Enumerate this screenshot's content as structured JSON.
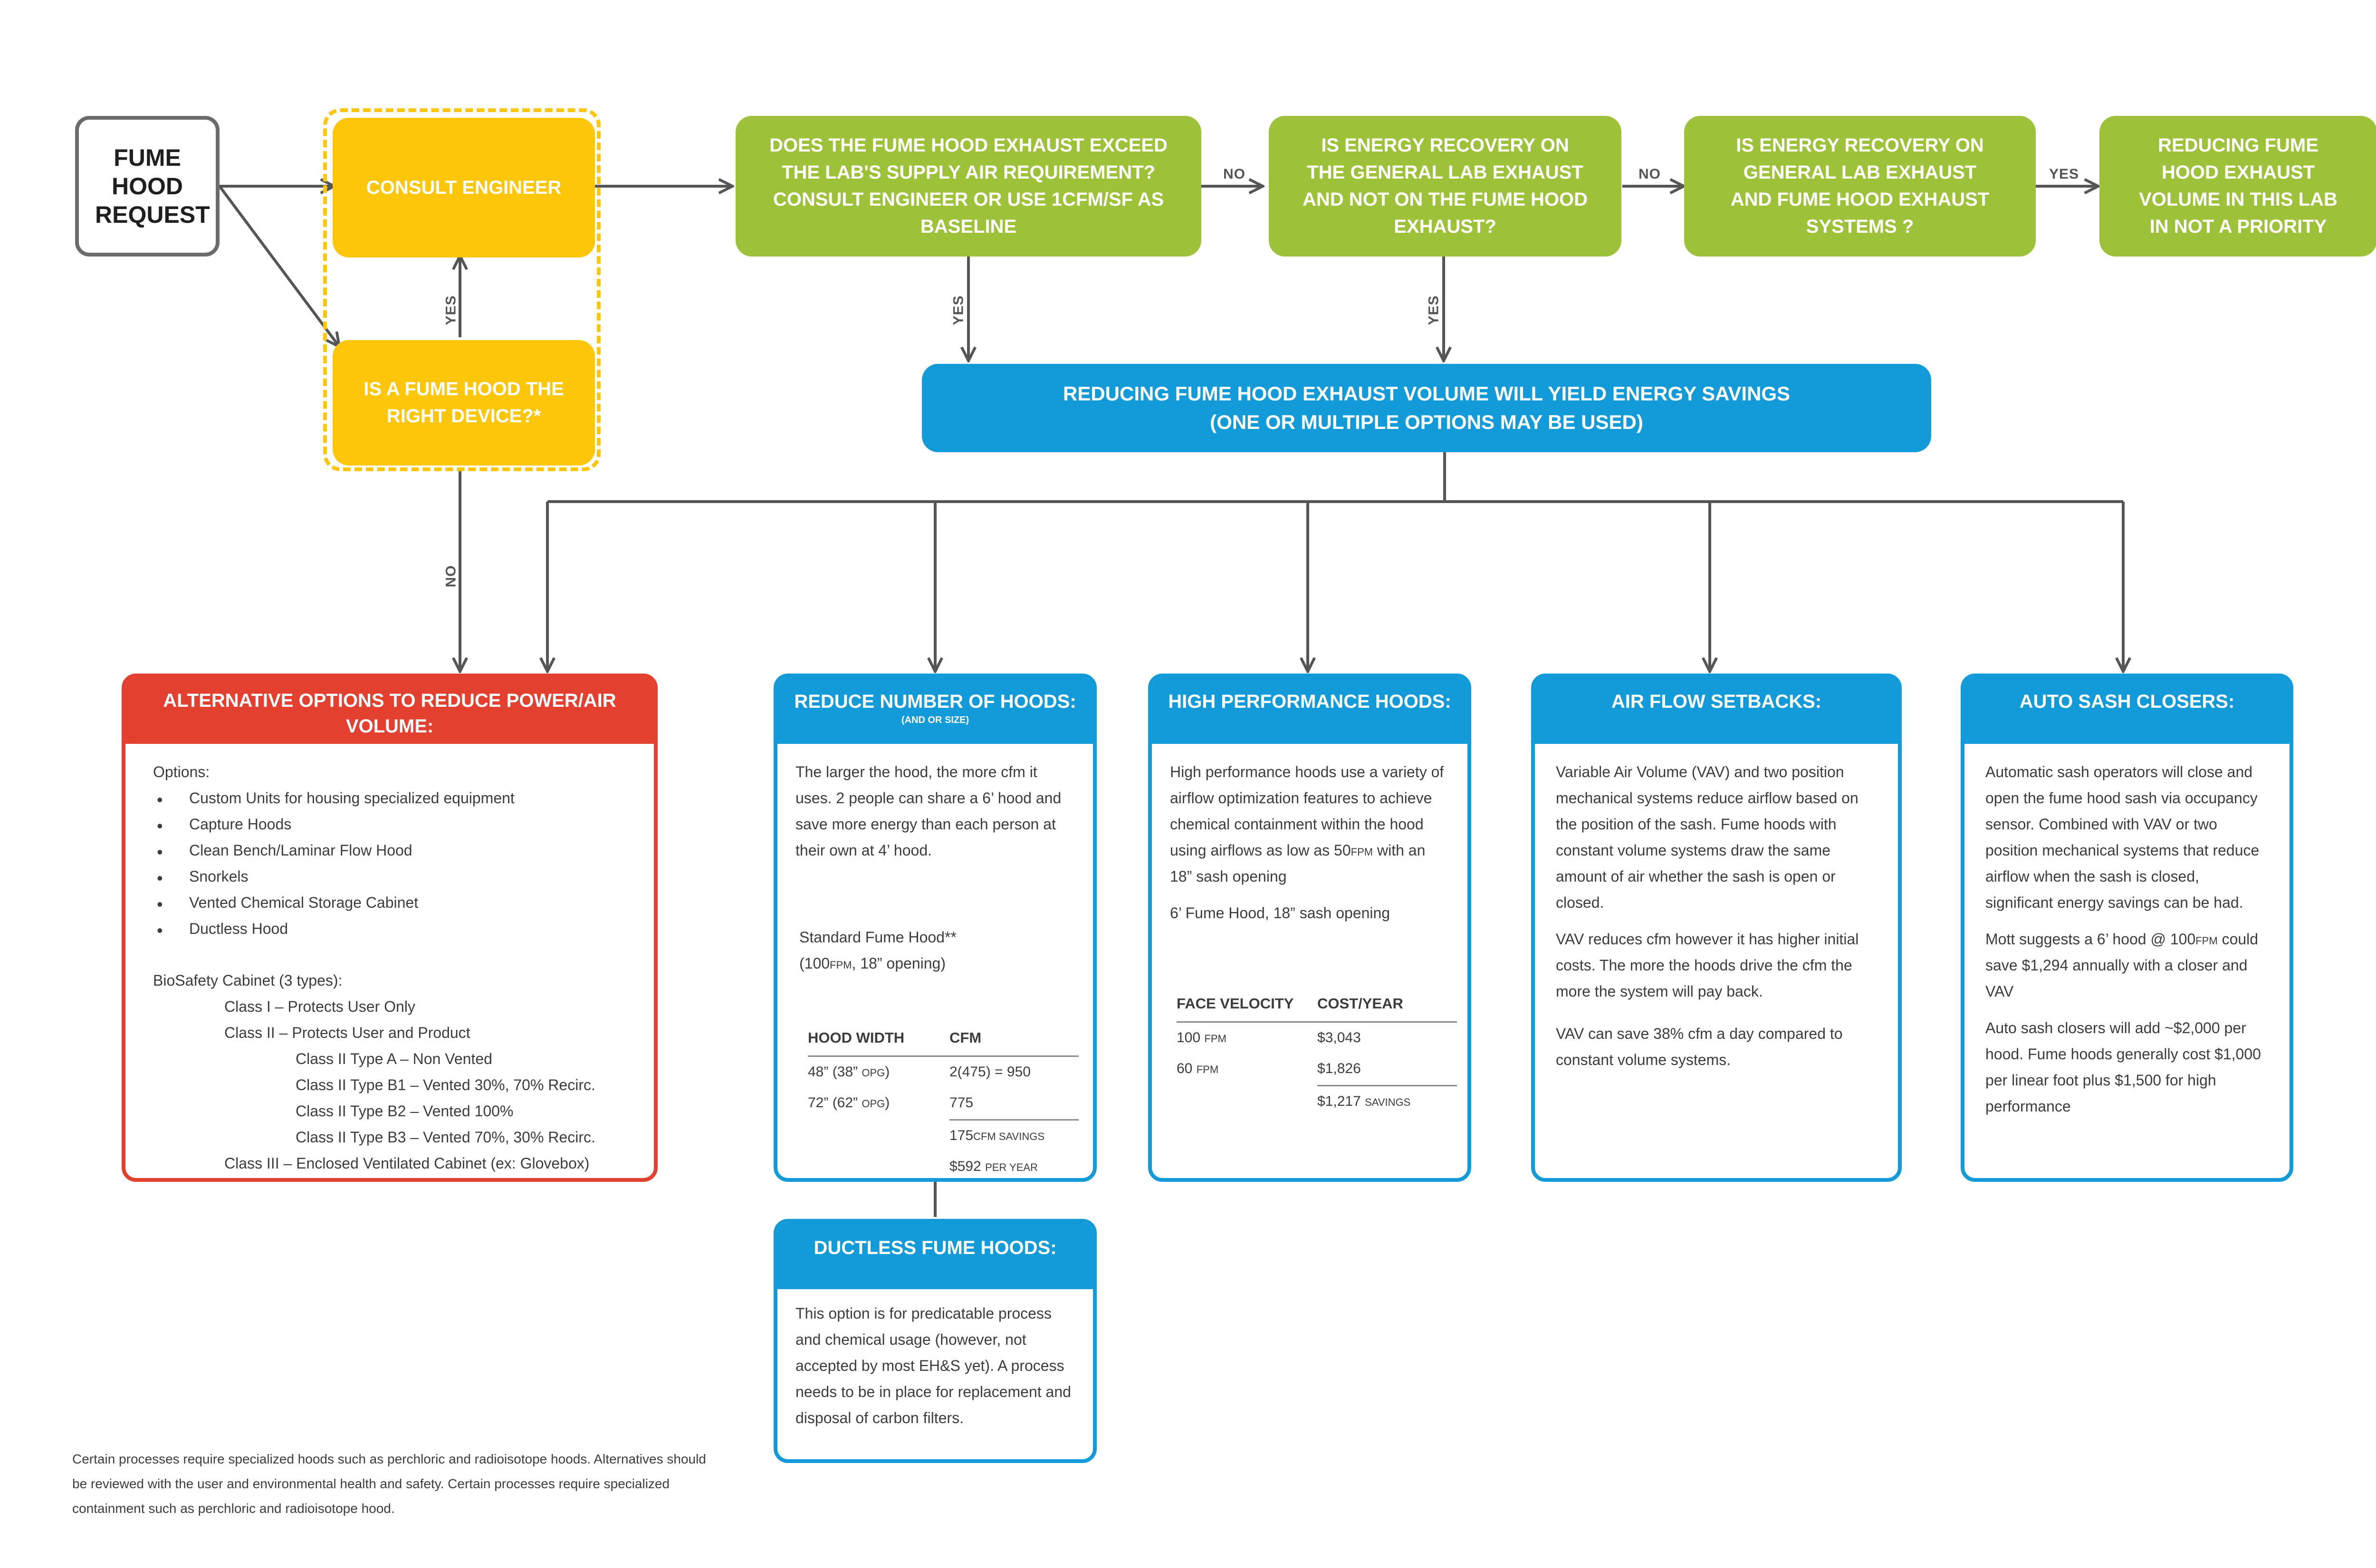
{
  "start": {
    "label": "FUME HOOD REQUEST"
  },
  "consult": {
    "label": "CONSULT ENGINEER"
  },
  "right_device": {
    "label": "IS A FUME HOOD THE RIGHT DEVICE?*"
  },
  "exceed": {
    "label": "DOES THE FUME HOOD EXHAUST EXCEED THE LAB'S SUPPLY AIR REQUIREMENT? CONSULT ENGINEER OR USE 1CFM/SF AS BASELINE"
  },
  "recovery_general": {
    "label": "IS ENERGY RECOVERY ON THE GENERAL LAB EXHAUST AND NOT ON THE FUME HOOD EXHAUST?"
  },
  "recovery_both": {
    "label": "IS ENERGY RECOVERY ON GENERAL LAB EXHAUST AND FUME HOOD EXHAUST SYSTEMS ?"
  },
  "not_priority": {
    "label": "REDUCING FUME HOOD EXHAUST VOLUME IN THIS LAB IN NOT A PRIORITY"
  },
  "savings": {
    "line1": "REDUCING FUME HOOD EXHAUST VOLUME WILL YIELD ENERGY SAVINGS",
    "line2": "(ONE OR MULTIPLE OPTIONS MAY BE USED)"
  },
  "edge_labels": {
    "yes": "YES",
    "no": "NO"
  },
  "alternatives": {
    "title": "ALTERNATIVE OPTIONS TO REDUCE POWER/AIR VOLUME:",
    "options_label": "Options:",
    "options": [
      "Custom Units for housing specialized equipment",
      "Capture Hoods",
      "Clean Bench/Laminar Flow Hood",
      "Snorkels",
      "Vented Chemical Storage Cabinet",
      "Ductless Hood"
    ],
    "biosafety_label": "BioSafety Cabinet (3 types):",
    "class1": "Class I – Protects User Only",
    "class2": "Class II – Protects User and Product",
    "class2_types": [
      "Class II Type A – Non Vented",
      "Class II Type B1 – Vented 30%, 70% Recirc.",
      "Class II Type B2 – Vented 100%",
      "Class II Type B3 – Vented 70%, 30% Recirc."
    ],
    "class3": "Class III – Enclosed Ventilated Cabinet (ex: Glovebox)"
  },
  "reduce_number": {
    "title": "REDUCE NUMBER OF HOODS:",
    "subtitle": "(AND OR SIZE)",
    "text": "The larger the hood, the more cfm it uses. 2 people can share a 6’ hood and save more energy than each person at their own at 4’ hood.",
    "standard_label": "Standard Fume Hood**",
    "standard_detail_a": "(100",
    "standard_detail_unit": "FPM",
    "standard_detail_b": ", 18” opening)",
    "col_width": "HOOD WIDTH",
    "col_cfm": "CFM",
    "row1_width_a": "48” (38” ",
    "row1_width_unit": "OPG",
    "row1_width_b": ")",
    "row1_cfm": "2(475) = 950",
    "row2_width_a": "72” (62” ",
    "row2_width_unit": "OPG",
    "row2_width_b": ")",
    "row2_cfm": "775",
    "savings_cfm_a": "175",
    "savings_cfm_unit": "CFM SAVINGS",
    "savings_year_a": "$592 ",
    "savings_year_unit": "PER YEAR"
  },
  "high_performance": {
    "title": "HIGH PERFORMANCE HOODS:",
    "text_a": "High performance hoods use a variety of airflow optimization features to achieve chemical containment within the hood using airflows as low as 50",
    "text_unit": "FPM",
    "text_b": " with an 18” sash opening",
    "example": "6’ Fume Hood, 18” sash opening",
    "col_velocity": "FACE VELOCITY",
    "col_cost": "COST/YEAR",
    "row1_velocity_a": "100 ",
    "row1_velocity_unit": "FPM",
    "row1_cost": "$3,043",
    "row2_velocity_a": "60 ",
    "row2_velocity_unit": "FPM",
    "row2_cost": "$1,826",
    "savings_a": "$1,217 ",
    "savings_unit": "SAVINGS"
  },
  "air_flow": {
    "title": "AIR FLOW SETBACKS:",
    "p1": "Variable Air Volume (VAV) and two position mechanical systems reduce airflow based on the position of the sash. Fume hoods with constant volume systems draw the same amount of air whether the sash is open or closed.",
    "p2": "VAV reduces cfm however it has higher initial costs. The more the hoods drive the cfm the more the system will pay back.",
    "p3": "VAV can save 38% cfm a day compared to constant volume systems."
  },
  "auto_sash": {
    "title": "AUTO SASH CLOSERS:",
    "p1": "Automatic sash operators will close and open the fume hood sash via occupancy sensor. Combined with VAV or two position mechanical systems that reduce airflow when the sash is closed, significant energy savings can be had.",
    "p2_a": "Mott suggests a 6’ hood @ 100",
    "p2_unit": "FPM",
    "p2_b": " could save $1,294 annually with a closer and VAV",
    "p3": "Auto sash closers will add ~$2,000 per hood. Fume hoods generally cost $1,000 per linear foot plus $1,500 for high performance"
  },
  "ductless": {
    "title": "DUCTLESS FUME HOODS:",
    "text": "This option is for predicatable process and chemical usage (however, not accepted by most EH&S yet). A process needs to be in place for replacement and disposal of carbon filters."
  },
  "footnote": "Certain processes require specialized hoods such as perchloric and radioisotope hoods. Alternatives should be reviewed with the user and environmental health and safety. Certain processes require specialized containment such as perchloric and radioisotope hood.",
  "colors": {
    "yellow": "#fdc60a",
    "green": "#9dc23a",
    "blue": "#139bd9",
    "red": "#e3402f",
    "line": "#555555"
  }
}
